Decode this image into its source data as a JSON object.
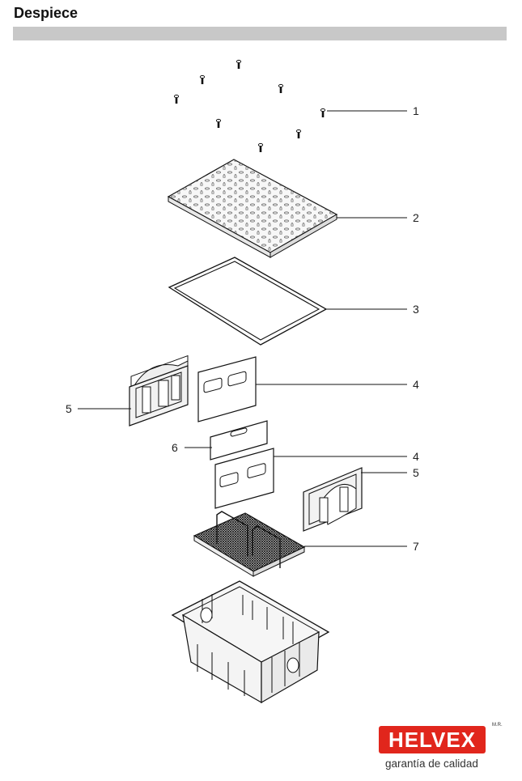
{
  "header": {
    "title": "Despiece"
  },
  "callouts": [
    {
      "id": "c1",
      "label": "1"
    },
    {
      "id": "c2",
      "label": "2"
    },
    {
      "id": "c3",
      "label": "3"
    },
    {
      "id": "c4a",
      "label": "4"
    },
    {
      "id": "c5a",
      "label": "5"
    },
    {
      "id": "c6",
      "label": "6"
    },
    {
      "id": "c4b",
      "label": "4"
    },
    {
      "id": "c5b",
      "label": "5"
    },
    {
      "id": "c7",
      "label": "7"
    }
  ],
  "brand": {
    "name": "HELVEX",
    "registered_mark": "M.R.",
    "tagline": "garantía de calidad",
    "accent_color": "#e1261c"
  }
}
